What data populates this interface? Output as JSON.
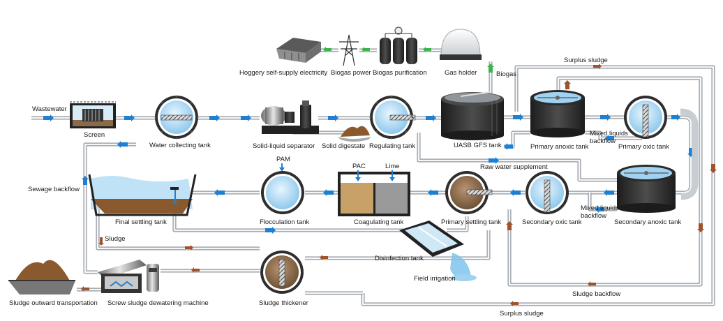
{
  "labels": {
    "wastewater": "Wastewater",
    "screen": "Screen",
    "water_collecting_tank": "Water collecting tank",
    "solid_liquid_separator": "Solid-liquid separator",
    "solid_digestate": "Solid digestate",
    "regulating_tank": "Regulating tank",
    "uasb_gfs_tank": "UASB GFS tank",
    "primary_anoxic_tank": "Primary anoxic tank",
    "primary_oxic_tank": "Primary oxic tank",
    "mixed_liquids_backflow_1": "Mixed liquids",
    "mixed_liquids_backflow_2": "backflow",
    "secondary_anoxic_tank": "Secondary anoxic tank",
    "secondary_oxic_tank": "Secondary oxic tank",
    "mixed_liquids_backflow_b1": "Mixed liquids",
    "mixed_liquids_backflow_b2": "backflow",
    "primary_settling_tank": "Primary settling tank",
    "coagulating_tank": "Coagulating tank",
    "flocculation_tank": "Flocculation tank",
    "final_settling_tank": "Final settling tank",
    "sewage_backflow": "Sewage backflow",
    "sludge": "Sludge",
    "sludge_thickener": "Sludge thickener",
    "screw_sludge_dewatering_machine": "Screw sludge dewatering machine",
    "sludge_outward_transportation": "Sludge outward transportation",
    "disinfection_tank": "Disinfection tank",
    "field_irrigation": "Field irrigation",
    "sludge_backflow": "Sludge backflow",
    "surplus_sludge_top": "Surplus sludge",
    "surplus_sludge_bottom": "Surplus sludge",
    "raw_water_supplement": "Raw water supplement",
    "biogas": "Biogas",
    "gas_holder": "Gas holder",
    "biogas_purification": "Biogas purification",
    "biogas_power": "Biogas power",
    "hoggery_electricity": "Hoggery self-supply electricity",
    "pam": "PAM",
    "pac": "PAC",
    "lime": "Lime"
  },
  "colors": {
    "pipe": "#8f969c",
    "arrow_water": "#1f7fd0",
    "arrow_sludge": "#a0522d",
    "arrow_gas": "#3db54a",
    "tank_water": "#bfe2f6",
    "tank_sludge": "#8a6a48",
    "tank_ring": "#2e2e2e"
  }
}
